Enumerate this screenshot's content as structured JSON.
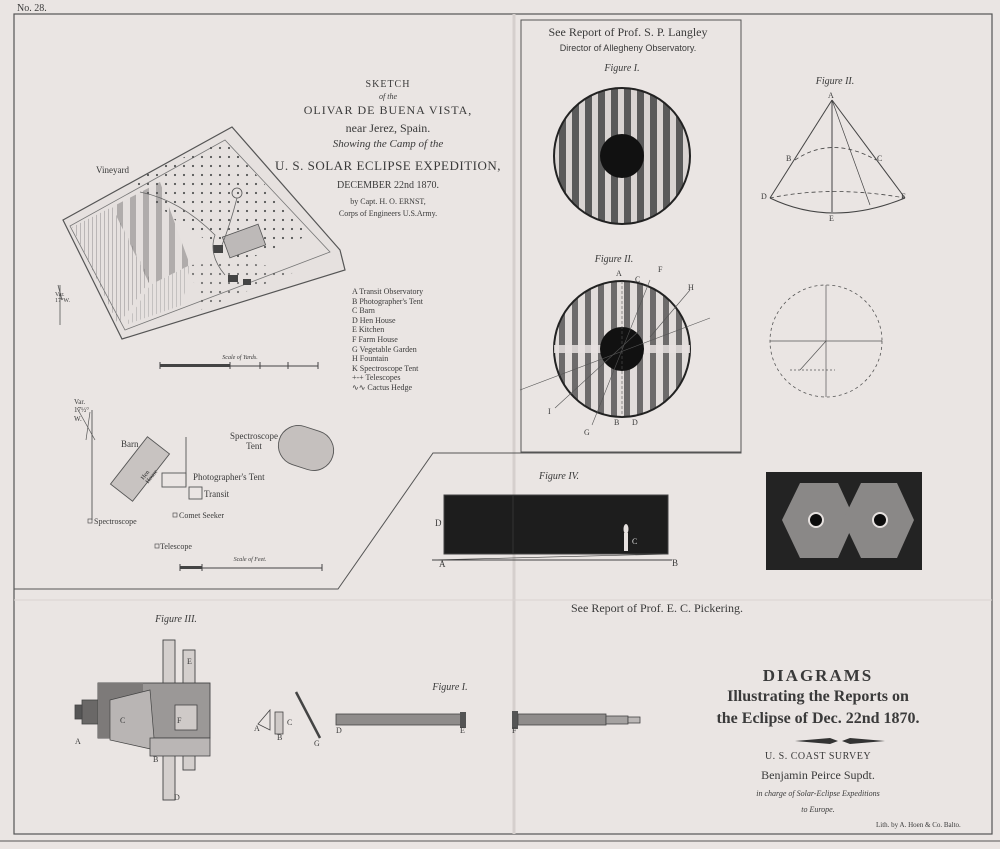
{
  "plate_number": "No. 28.",
  "sketch": {
    "title_1": "SKETCH",
    "title_2": "of the",
    "title_3": "OLIVAR DE BUENA VISTA,",
    "title_4": "near Jerez, Spain.",
    "title_5": "Showing the Camp of the",
    "title_6": "U. S. SOLAR ECLIPSE EXPEDITION,",
    "title_7": "DECEMBER 22nd 1870.",
    "author_1": "by Capt. H. O. ERNST,",
    "author_2": "Corps of Engineers U.S.Army.",
    "vineyard": "Vineyard",
    "var_1": "Var. 17°W.",
    "var_2": "Var. 17½° W.",
    "scale_yards": "Scale of Yards.",
    "scale_feet": "Scale of Feet.",
    "legend": [
      "A  Transit Observatory",
      "B  Photographer's Tent",
      "C  Barn",
      "D  Hen House",
      "E  Kitchen",
      "F  Farm House",
      "G  Vegetable Garden",
      "H  Fountain",
      "K  Spectroscope Tent",
      "+-+ Telescopes",
      "∿∿ Cactus Hedge"
    ]
  },
  "camp": {
    "barn": "Barn",
    "hen_house": "Hen House",
    "spectroscope_tent": "Spectroscope Tent",
    "photographers_tent": "Photographer's Tent",
    "transit": "Transit",
    "comet_seeker": "Comet Seeker",
    "spectroscope": "Spectroscope",
    "telescope": "Telescope"
  },
  "langley": {
    "report": "See Report of Prof. S. P. Langley",
    "director": "Director of Allegheny Observatory.",
    "figure_1": "Figure I.",
    "figure_2": "Figure II.",
    "letters": [
      "A",
      "C",
      "F",
      "H",
      "I",
      "G",
      "B",
      "D"
    ]
  },
  "figure_2_right": {
    "title": "Figure II.",
    "letters": [
      "A",
      "B",
      "C",
      "D",
      "E",
      "F"
    ]
  },
  "figure_4": {
    "title": "Figure IV.",
    "letters": [
      "D",
      "C",
      "A",
      "B"
    ]
  },
  "pickering": "See Report of Prof. E. C. Pickering.",
  "figure_3": {
    "title": "Figure III.",
    "letters": [
      "E",
      "A",
      "C",
      "F",
      "B",
      "D"
    ]
  },
  "figure_1_bottom": {
    "title": "Figure I.",
    "letters": [
      "A",
      "B",
      "C",
      "G",
      "D",
      "E",
      "F"
    ]
  },
  "diagrams": {
    "title": "DIAGRAMS",
    "line_2": "Illustrating the Reports on",
    "line_3": "the Eclipse of Dec. 22nd 1870.",
    "survey": "U. S. COAST SURVEY",
    "superintendent": "Benjamin Peirce Supdt.",
    "charge_1": "in charge of Solar-Eclipse Expeditions",
    "charge_2": "to Europe."
  },
  "imprint": "Lith. by A. Hoen & Co. Balto."
}
